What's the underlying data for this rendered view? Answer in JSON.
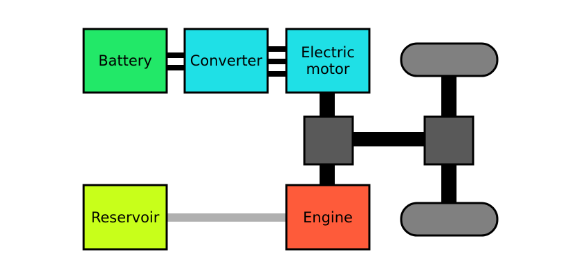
{
  "diagram": {
    "components": {
      "battery": {
        "label": "Battery",
        "fill": "#22e868"
      },
      "converter": {
        "label": "Converter",
        "fill": "#1fe0e6"
      },
      "motor": {
        "label_line1": "Electric",
        "label_line2": "motor",
        "fill": "#1fe0e6"
      },
      "reservoir": {
        "label": "Reservoir",
        "fill": "#c8ff1a"
      },
      "engine": {
        "label": "Engine",
        "fill": "#fe5b3a"
      }
    },
    "colors": {
      "shaft": "#000000",
      "gearbox": "#595959",
      "wheel": "#808080",
      "fuel_line": "#b0b0b0",
      "outline": "#000000"
    }
  }
}
